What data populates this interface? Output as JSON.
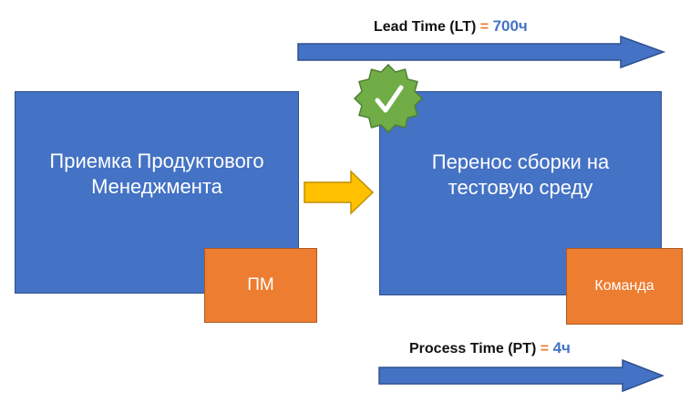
{
  "lead_time": {
    "label": "Lead Time (LT)",
    "eq": "=",
    "value": "700ч"
  },
  "process_time": {
    "label": "Process Time (PT)",
    "eq": "=",
    "value": "4ч"
  },
  "stage_1": {
    "line1": "Приемка Продуктового",
    "line2": "Менеджмента",
    "tag": "ПМ"
  },
  "stage_2": {
    "line1": "Перенос сборки на",
    "line2": "тестовую среду",
    "tag": "Команда"
  },
  "colors": {
    "box_blue": "#4472C4",
    "tag_orange": "#ED7D31",
    "arrow_yellow": "#FFC000",
    "badge_green": "#70AD47"
  },
  "icons": {
    "checkmark_badge": "check-badge-icon"
  }
}
